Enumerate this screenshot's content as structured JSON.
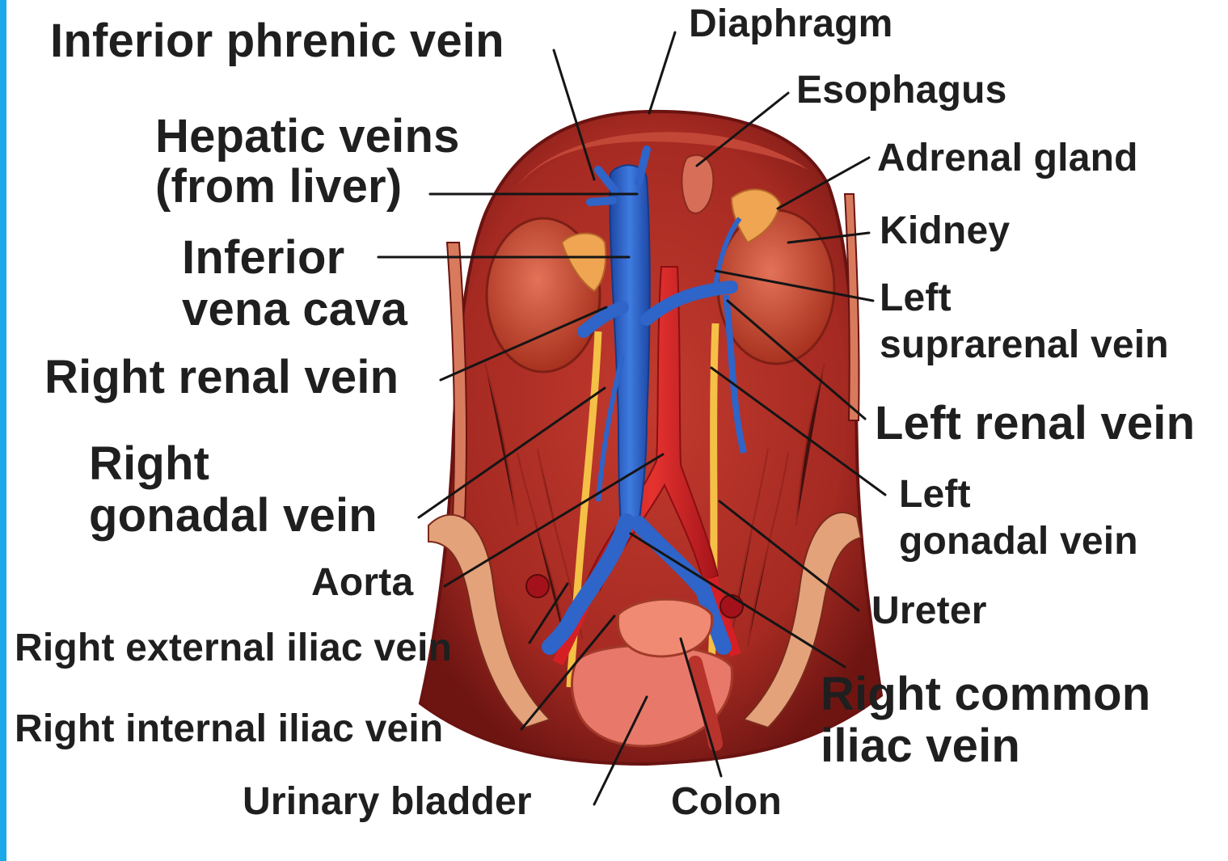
{
  "diagram": {
    "labels": {
      "inferior_phrenic_vein": "Inferior phrenic vein",
      "diaphragm": "Diaphragm",
      "esophagus": "Esophagus",
      "hepatic_veins": [
        "Hepatic veins",
        "(from liver)"
      ],
      "adrenal_gland": "Adrenal gland",
      "kidney": "Kidney",
      "inferior_vena_cava": [
        "Inferior",
        "vena cava"
      ],
      "left_suprarenal_vein": [
        "Left",
        "suprarenal vein"
      ],
      "right_renal_vein": "Right renal vein",
      "left_renal_vein": "Left renal vein",
      "right_gonadal_vein": [
        "Right",
        "gonadal vein"
      ],
      "left_gonadal_vein": [
        "Left",
        "gonadal vein"
      ],
      "aorta": "Aorta",
      "ureter": "Ureter",
      "right_external_iliac_vein": "Right external iliac vein",
      "right_common_iliac_vein": [
        "Right common",
        "iliac vein"
      ],
      "right_internal_iliac_vein": "Right internal iliac vein",
      "urinary_bladder": "Urinary bladder",
      "colon": "Colon"
    },
    "colors": {
      "frame": "#1aa9e8",
      "muscle": "#b8332b",
      "muscle_dark": "#7e1a16",
      "kidney": "#c94a36",
      "adrenal": "#f0a552",
      "vein": "#2f64c8",
      "artery": "#d61f24",
      "ureter": "#f4c046",
      "bladder": "#e8796a",
      "label_text": "#1f1f1f"
    }
  }
}
